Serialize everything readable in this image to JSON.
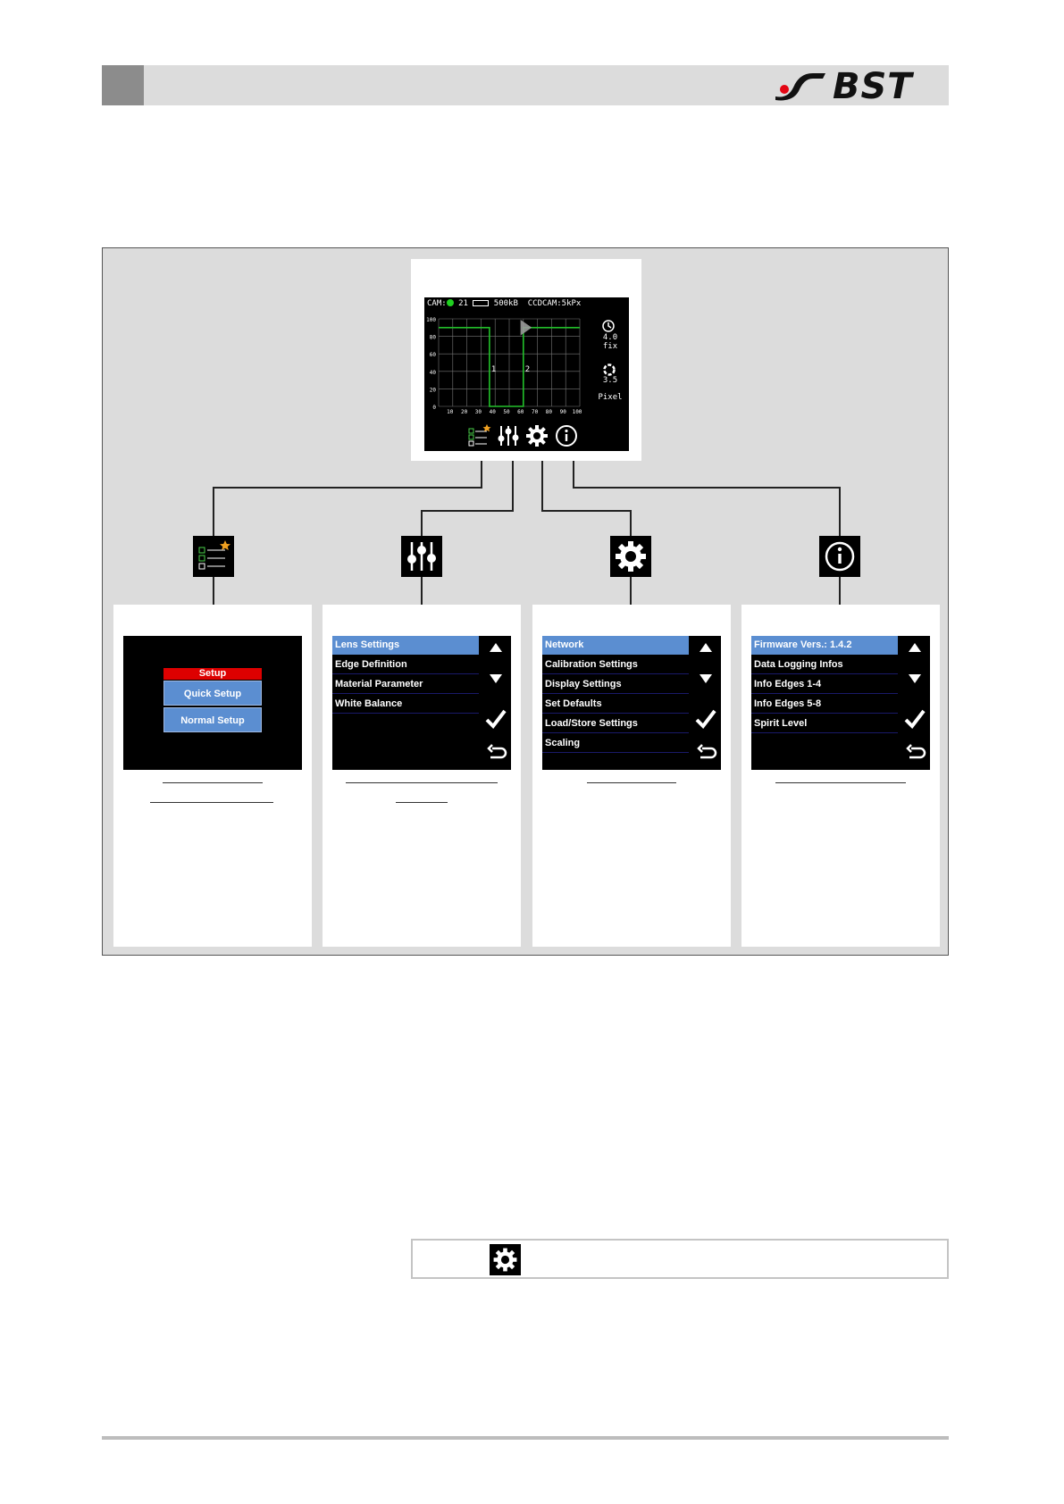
{
  "header": {
    "logo_text": "BST",
    "logo_accent_color": "#e30613"
  },
  "main_screen": {
    "status": {
      "cam_label": "CAM:",
      "cam_value": "21",
      "battery_value": "500kB",
      "camera_type": "CCDCAM:5kPx"
    },
    "side_values": {
      "time_value": "4.0",
      "time_mode": "fix",
      "aperture_value": "3.5",
      "unit": "Pixel"
    },
    "chart_data": {
      "type": "line",
      "y_ticks": [
        "100",
        "80",
        "60",
        "40",
        "20",
        "0"
      ],
      "x_ticks": [
        "10",
        "20",
        "30",
        "40",
        "50",
        "60",
        "70",
        "80",
        "90",
        "100"
      ],
      "ylim": [
        0,
        100
      ],
      "xlim": [
        0,
        100
      ],
      "series": [
        {
          "x": [
            0,
            36,
            36,
            60,
            60,
            100
          ],
          "y": [
            90,
            90,
            0,
            0,
            90,
            90
          ],
          "color": "#22c02a"
        }
      ],
      "edge_labels": [
        "1",
        "2"
      ],
      "grid": true
    },
    "bottom_icons": [
      "edge-list-icon",
      "sliders-icon",
      "gear-icon",
      "info-icon"
    ]
  },
  "branches": [
    {
      "icon": "edge-list-icon",
      "screen": {
        "type": "setup",
        "title": "Setup",
        "buttons": [
          "Quick Setup",
          "Normal Setup"
        ],
        "title_color": "#dd0000",
        "button_color": "#5b8ed1"
      }
    },
    {
      "icon": "sliders-icon",
      "screen": {
        "type": "menu",
        "items": [
          "Lens Settings",
          "Edge Definition",
          "Material Parameter",
          "White Balance"
        ],
        "highlight_index": 0
      }
    },
    {
      "icon": "gear-icon",
      "screen": {
        "type": "menu",
        "items": [
          "Network",
          "Calibration Settings",
          "Display Settings",
          "Set Defaults",
          "Load/Store Settings",
          "Scaling"
        ],
        "highlight_index": 0
      }
    },
    {
      "icon": "info-icon",
      "screen": {
        "type": "menu",
        "items": [
          "Firmware Vers.: 1.4.2",
          "Data Logging Infos",
          "Info Edges 1-4",
          "Info Edges 5-8",
          "Spirit Level"
        ],
        "highlight_index": 0
      }
    }
  ],
  "footer": {
    "icon": "gear-icon"
  }
}
